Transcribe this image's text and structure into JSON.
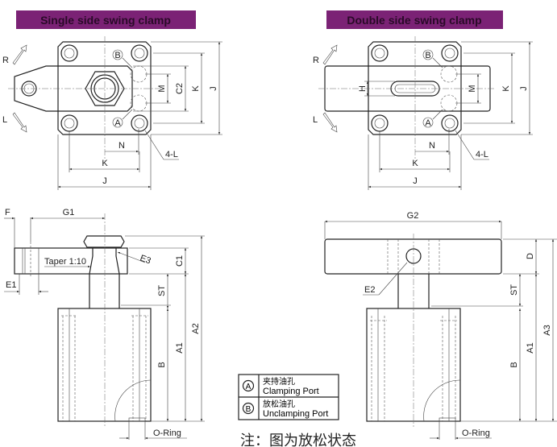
{
  "titles": {
    "single": "Single side swing clamp",
    "double": "Double side swing clamp"
  },
  "colors": {
    "title_bar": "#7b2275",
    "line": "#222222"
  },
  "top_view_labels": {
    "R": "R",
    "L": "L",
    "A": "A",
    "B": "B",
    "M": "M",
    "C2": "C2",
    "K": "K",
    "J": "J",
    "N": "N",
    "four_L": "4-L",
    "H": "H"
  },
  "side_view_labels": {
    "F": "F",
    "G1": "G1",
    "G2": "G2",
    "E1": "E1",
    "E2": "E2",
    "E3": "E3",
    "taper": "Taper 1:10",
    "C1": "C1",
    "D": "D",
    "ST": "ST",
    "B": "B",
    "A1": "A1",
    "A2": "A2",
    "A3": "A3",
    "o_ring": "O-Ring"
  },
  "legend": [
    {
      "symbol": "A",
      "cn": "夹持油孔",
      "en": "Clamping Port"
    },
    {
      "symbol": "B",
      "cn": "放松油孔",
      "en": "Unclamping Port"
    }
  ],
  "note": "注：图为放松状态"
}
